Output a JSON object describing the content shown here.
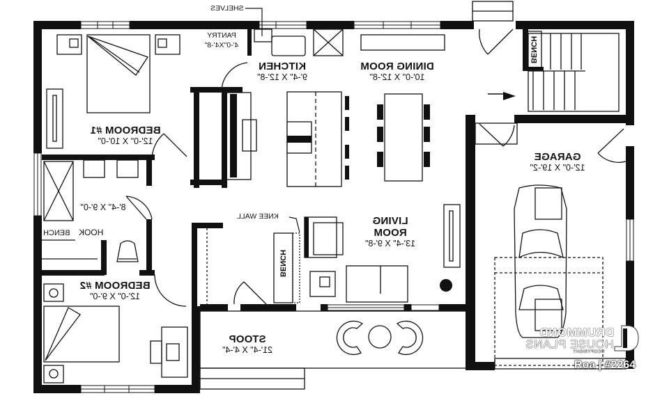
{
  "plan": {
    "mirrored": true,
    "wall_color": "#111111",
    "background": "#ffffff"
  },
  "rooms": {
    "bedroom1": {
      "name": "BEDROOM #1",
      "dims": "12'-0\" X 10'-0\""
    },
    "pantry": {
      "name": "PANTRY",
      "dims": "4'-0\"X4'-8\""
    },
    "kitchen": {
      "name": "KITCHEN",
      "dims": "9'-4\" X 12'-8\""
    },
    "dining": {
      "name": "DINING ROOM",
      "dims": "10'-0\" X 12'-8\""
    },
    "garage": {
      "name": "GARAGE",
      "dims": "12'-0\" X 19'-2\""
    },
    "bath": {
      "name": "",
      "dims": "8'-4\" X 9'-0\""
    },
    "living": {
      "name_line1": "LIVING",
      "name_line2": "ROOM",
      "dims": "13'-4\" X 9'-8\""
    },
    "bedroom2": {
      "name": "BEDROOM #2",
      "dims": "12'-0\" X 9'-0\""
    },
    "stoop": {
      "name": "STOOP",
      "dims": "21'-4\" X 4'-4\""
    }
  },
  "annotations": {
    "shelves": "SHELVES",
    "knee_wall": "KNEE WALL",
    "hook": "HOOK",
    "bench_mudroom": "BENCH",
    "bench_entry": "BENCH",
    "bench_stair": "BENCH"
  },
  "watermark": {
    "line1": "DRUMMOND",
    "line2": "HOUSE PLANS",
    "copyright": "©COPYRIGHT",
    "plan_id": "Roa | #2264"
  }
}
